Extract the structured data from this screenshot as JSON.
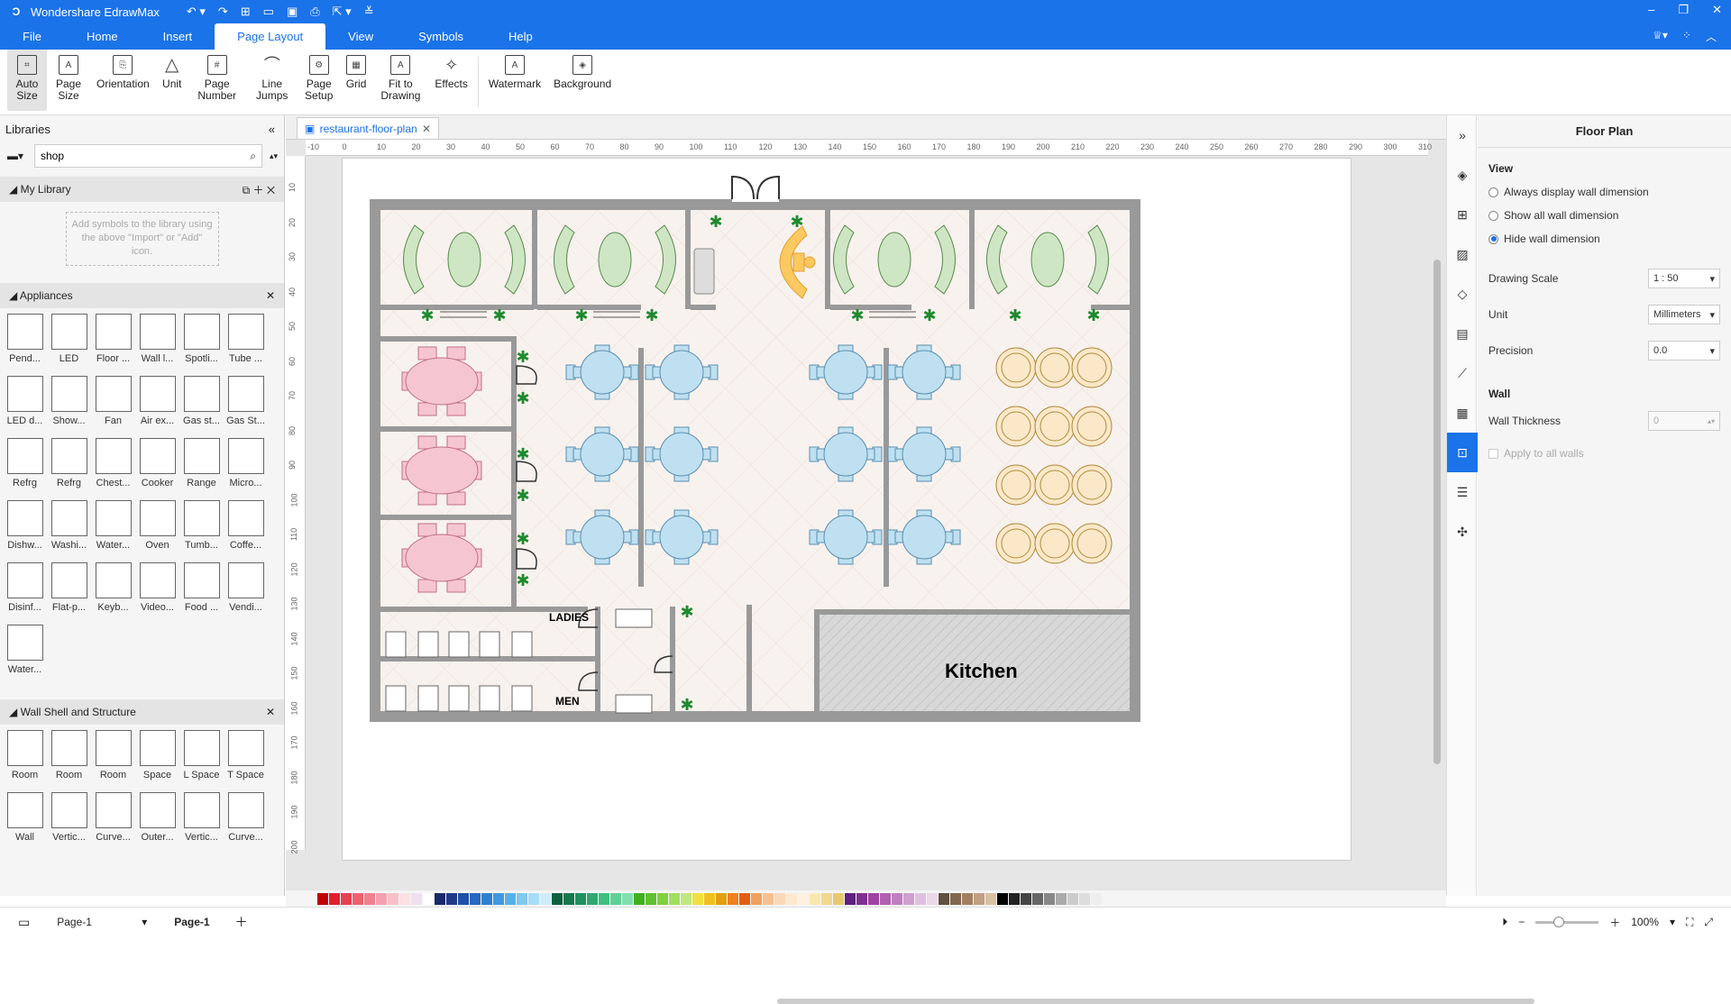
{
  "app": {
    "title": "Wondershare EdrawMax"
  },
  "menu": {
    "items": [
      "File",
      "Home",
      "Insert",
      "Page Layout",
      "View",
      "Symbols",
      "Help"
    ]
  },
  "ribbon": {
    "buttons": [
      {
        "label": "Auto Size",
        "icon": "auto-size-icon"
      },
      {
        "label": "Page Size",
        "icon": "page-size-icon"
      },
      {
        "label": "Orientation",
        "icon": "orientation-icon"
      },
      {
        "label": "Unit",
        "icon": "unit-icon"
      },
      {
        "label": "Page Number",
        "icon": "page-number-icon"
      },
      {
        "label": "Line Jumps",
        "icon": "line-jumps-icon"
      },
      {
        "label": "Page Setup",
        "icon": "page-setup-icon"
      },
      {
        "label": "Grid",
        "icon": "grid-icon"
      },
      {
        "label": "Fit to Drawing",
        "icon": "fit-drawing-icon"
      },
      {
        "label": "Effects",
        "icon": "effects-icon"
      },
      {
        "label": "Watermark",
        "icon": "watermark-icon"
      },
      {
        "label": "Background",
        "icon": "background-icon"
      }
    ]
  },
  "library": {
    "title": "Libraries",
    "search_value": "shop",
    "my_library": "My Library",
    "hint": "Add symbols to the library using the above \"Import\" or \"Add\" icon.",
    "appliances_title": "Appliances",
    "appliances": [
      "Pend...",
      "LED",
      "Floor ...",
      "Wall l...",
      "Spotli...",
      "Tube ...",
      "LED d...",
      "Show...",
      "Fan",
      "Air ex...",
      "Gas st...",
      "Gas St...",
      "Refrg",
      "Refrg",
      "Chest...",
      "Cooker",
      "Range",
      "Micro...",
      "Dishw...",
      "Washi...",
      "Water...",
      "Oven",
      "Tumb...",
      "Coffe...",
      "Disinf...",
      "Flat-p...",
      "Keyb...",
      "Video...",
      "Food ...",
      "Vendi...",
      "Water..."
    ],
    "wall_title": "Wall Shell and Structure",
    "walls": [
      "Room",
      "Room",
      "Room",
      "Space",
      "L Space",
      "T Space",
      "Wall",
      "Vertic...",
      "Curve...",
      "Outer...",
      "Vertic...",
      "Curve..."
    ]
  },
  "document": {
    "tab": "restaurant-floor-plan"
  },
  "floorplan": {
    "ladies": "LADIES",
    "men": "MEN",
    "kitchen": "Kitchen"
  },
  "ruler": {
    "h": [
      "-10",
      "0",
      "10",
      "20",
      "30",
      "40",
      "50",
      "60",
      "70",
      "80",
      "90",
      "100",
      "110",
      "120",
      "130",
      "140",
      "150",
      "160",
      "170",
      "180",
      "190",
      "200",
      "210",
      "220",
      "230",
      "240",
      "250",
      "260",
      "270",
      "280",
      "290",
      "300",
      "310"
    ],
    "v": [
      "10",
      "20",
      "30",
      "40",
      "50",
      "60",
      "70",
      "80",
      "90",
      "100",
      "110",
      "120",
      "130",
      "140",
      "150",
      "160",
      "170",
      "180",
      "190",
      "200"
    ]
  },
  "panel": {
    "title": "Floor Plan",
    "view": "View",
    "opt1": "Always display wall dimension",
    "opt2": "Show all wall dimension",
    "opt3": "Hide wall dimension",
    "scale_label": "Drawing Scale",
    "scale": "1 : 50",
    "unit_label": "Unit",
    "unit": "Millimeters",
    "precision_label": "Precision",
    "precision": "0.0",
    "wall": "Wall",
    "thickness_label": "Wall Thickness",
    "thickness": "0",
    "apply": "Apply to all walls"
  },
  "status": {
    "page_tab": "Page-1",
    "page_active": "Page-1",
    "zoom": "100%"
  },
  "palette": [
    "#c00000",
    "#e02030",
    "#e84050",
    "#f06070",
    "#f08090",
    "#f4a0b0",
    "#f8c0c8",
    "#fce0e4",
    "#f0e0f0",
    "#ffffff",
    "#1a2a6a",
    "#203a8a",
    "#2050a8",
    "#2868c0",
    "#3080d0",
    "#4098e0",
    "#58b0e8",
    "#80c8f0",
    "#a8dcf8",
    "#d0ecfc",
    "#106040",
    "#187850",
    "#209060",
    "#30a870",
    "#40c080",
    "#60d098",
    "#80e0b0",
    "#40b020",
    "#60c030",
    "#80d040",
    "#a0e060",
    "#c0e880",
    "#f0e040",
    "#f0c020",
    "#e0a010",
    "#f08020",
    "#e06010",
    "#f0a060",
    "#f8c090",
    "#fcd8b8",
    "#fde8d0",
    "#fff0e0",
    "#f8e8b0",
    "#f0d890",
    "#e8c870",
    "#602080",
    "#803090",
    "#a040a0",
    "#b060b0",
    "#c080c0",
    "#d0a0d0",
    "#e0c0e0",
    "#ead8ea",
    "#605040",
    "#806850",
    "#a08060",
    "#c0a080",
    "#d8c0a0",
    "#000000",
    "#222222",
    "#444444",
    "#666666",
    "#888888",
    "#aaaaaa",
    "#cccccc",
    "#dddddd",
    "#eeeeee"
  ]
}
